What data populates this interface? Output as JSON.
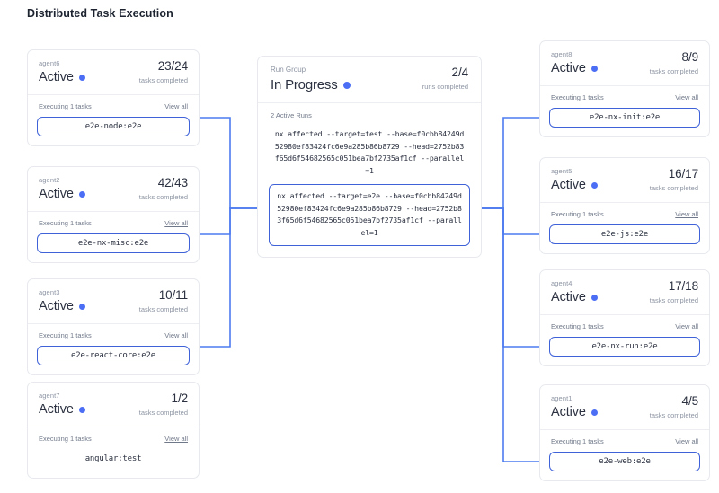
{
  "page": {
    "title": "Distributed Task Execution",
    "accent_color": "#4c6ef5",
    "chip_border_color": "#3f62d8",
    "card_border_color": "#e7e9ee",
    "muted_text_color": "#8d95a3"
  },
  "labels": {
    "executing": "Executing 1 tasks",
    "view_all": "View all",
    "tasks_completed": "tasks completed",
    "runs_completed": "runs completed",
    "active_runs": "2 Active Runs"
  },
  "run_group": {
    "label": "Run Group",
    "status": "In Progress",
    "count": "2/4",
    "count_sub": "runs completed",
    "active_runs_label": "2 Active Runs",
    "commands": [
      {
        "text": "nx affected --target=test --base=f0cbb84249d52980ef83424fc6e9a285b86b8729 --head=2752b83f65d6f54682565c051bea7bf2735af1cf --parallel=1",
        "highlighted": false
      },
      {
        "text": "nx affected --target=e2e --base=f0cbb84249d52980ef83424fc6e9a285b86b8729 --head=2752b83f65d6f54682565c051bea7bf2735af1cf --parallel=1",
        "highlighted": true
      }
    ]
  },
  "left_agents": [
    {
      "name": "agent6",
      "status": "Active",
      "count": "23/24",
      "count_sub": "tasks completed",
      "executing": "Executing 1 tasks",
      "view_all": "View all",
      "task": "e2e-node:e2e",
      "bordered": true
    },
    {
      "name": "agent2",
      "status": "Active",
      "count": "42/43",
      "count_sub": "tasks completed",
      "executing": "Executing 1 tasks",
      "view_all": "View all",
      "task": "e2e-nx-misc:e2e",
      "bordered": true
    },
    {
      "name": "agent3",
      "status": "Active",
      "count": "10/11",
      "count_sub": "tasks completed",
      "executing": "Executing 1 tasks",
      "view_all": "View all",
      "task": "e2e-react-core:e2e",
      "bordered": true
    },
    {
      "name": "agent7",
      "status": "Active",
      "count": "1/2",
      "count_sub": "tasks completed",
      "executing": "Executing 1 tasks",
      "view_all": "View all",
      "task": "angular:test",
      "bordered": false
    }
  ],
  "right_agents": [
    {
      "name": "agent8",
      "status": "Active",
      "count": "8/9",
      "count_sub": "tasks completed",
      "executing": "Executing 1 tasks",
      "view_all": "View all",
      "task": "e2e-nx-init:e2e",
      "bordered": true
    },
    {
      "name": "agent5",
      "status": "Active",
      "count": "16/17",
      "count_sub": "tasks completed",
      "executing": "Executing 1 tasks",
      "view_all": "View all",
      "task": "e2e-js:e2e",
      "bordered": true
    },
    {
      "name": "agent4",
      "status": "Active",
      "count": "17/18",
      "count_sub": "tasks completed",
      "executing": "Executing 1 tasks",
      "view_all": "View all",
      "task": "e2e-nx-run:e2e",
      "bordered": true
    },
    {
      "name": "agent1",
      "status": "Active",
      "count": "4/5",
      "count_sub": "tasks completed",
      "executing": "Executing 1 tasks",
      "view_all": "View all",
      "task": "e2e-web:e2e",
      "bordered": true
    }
  ]
}
